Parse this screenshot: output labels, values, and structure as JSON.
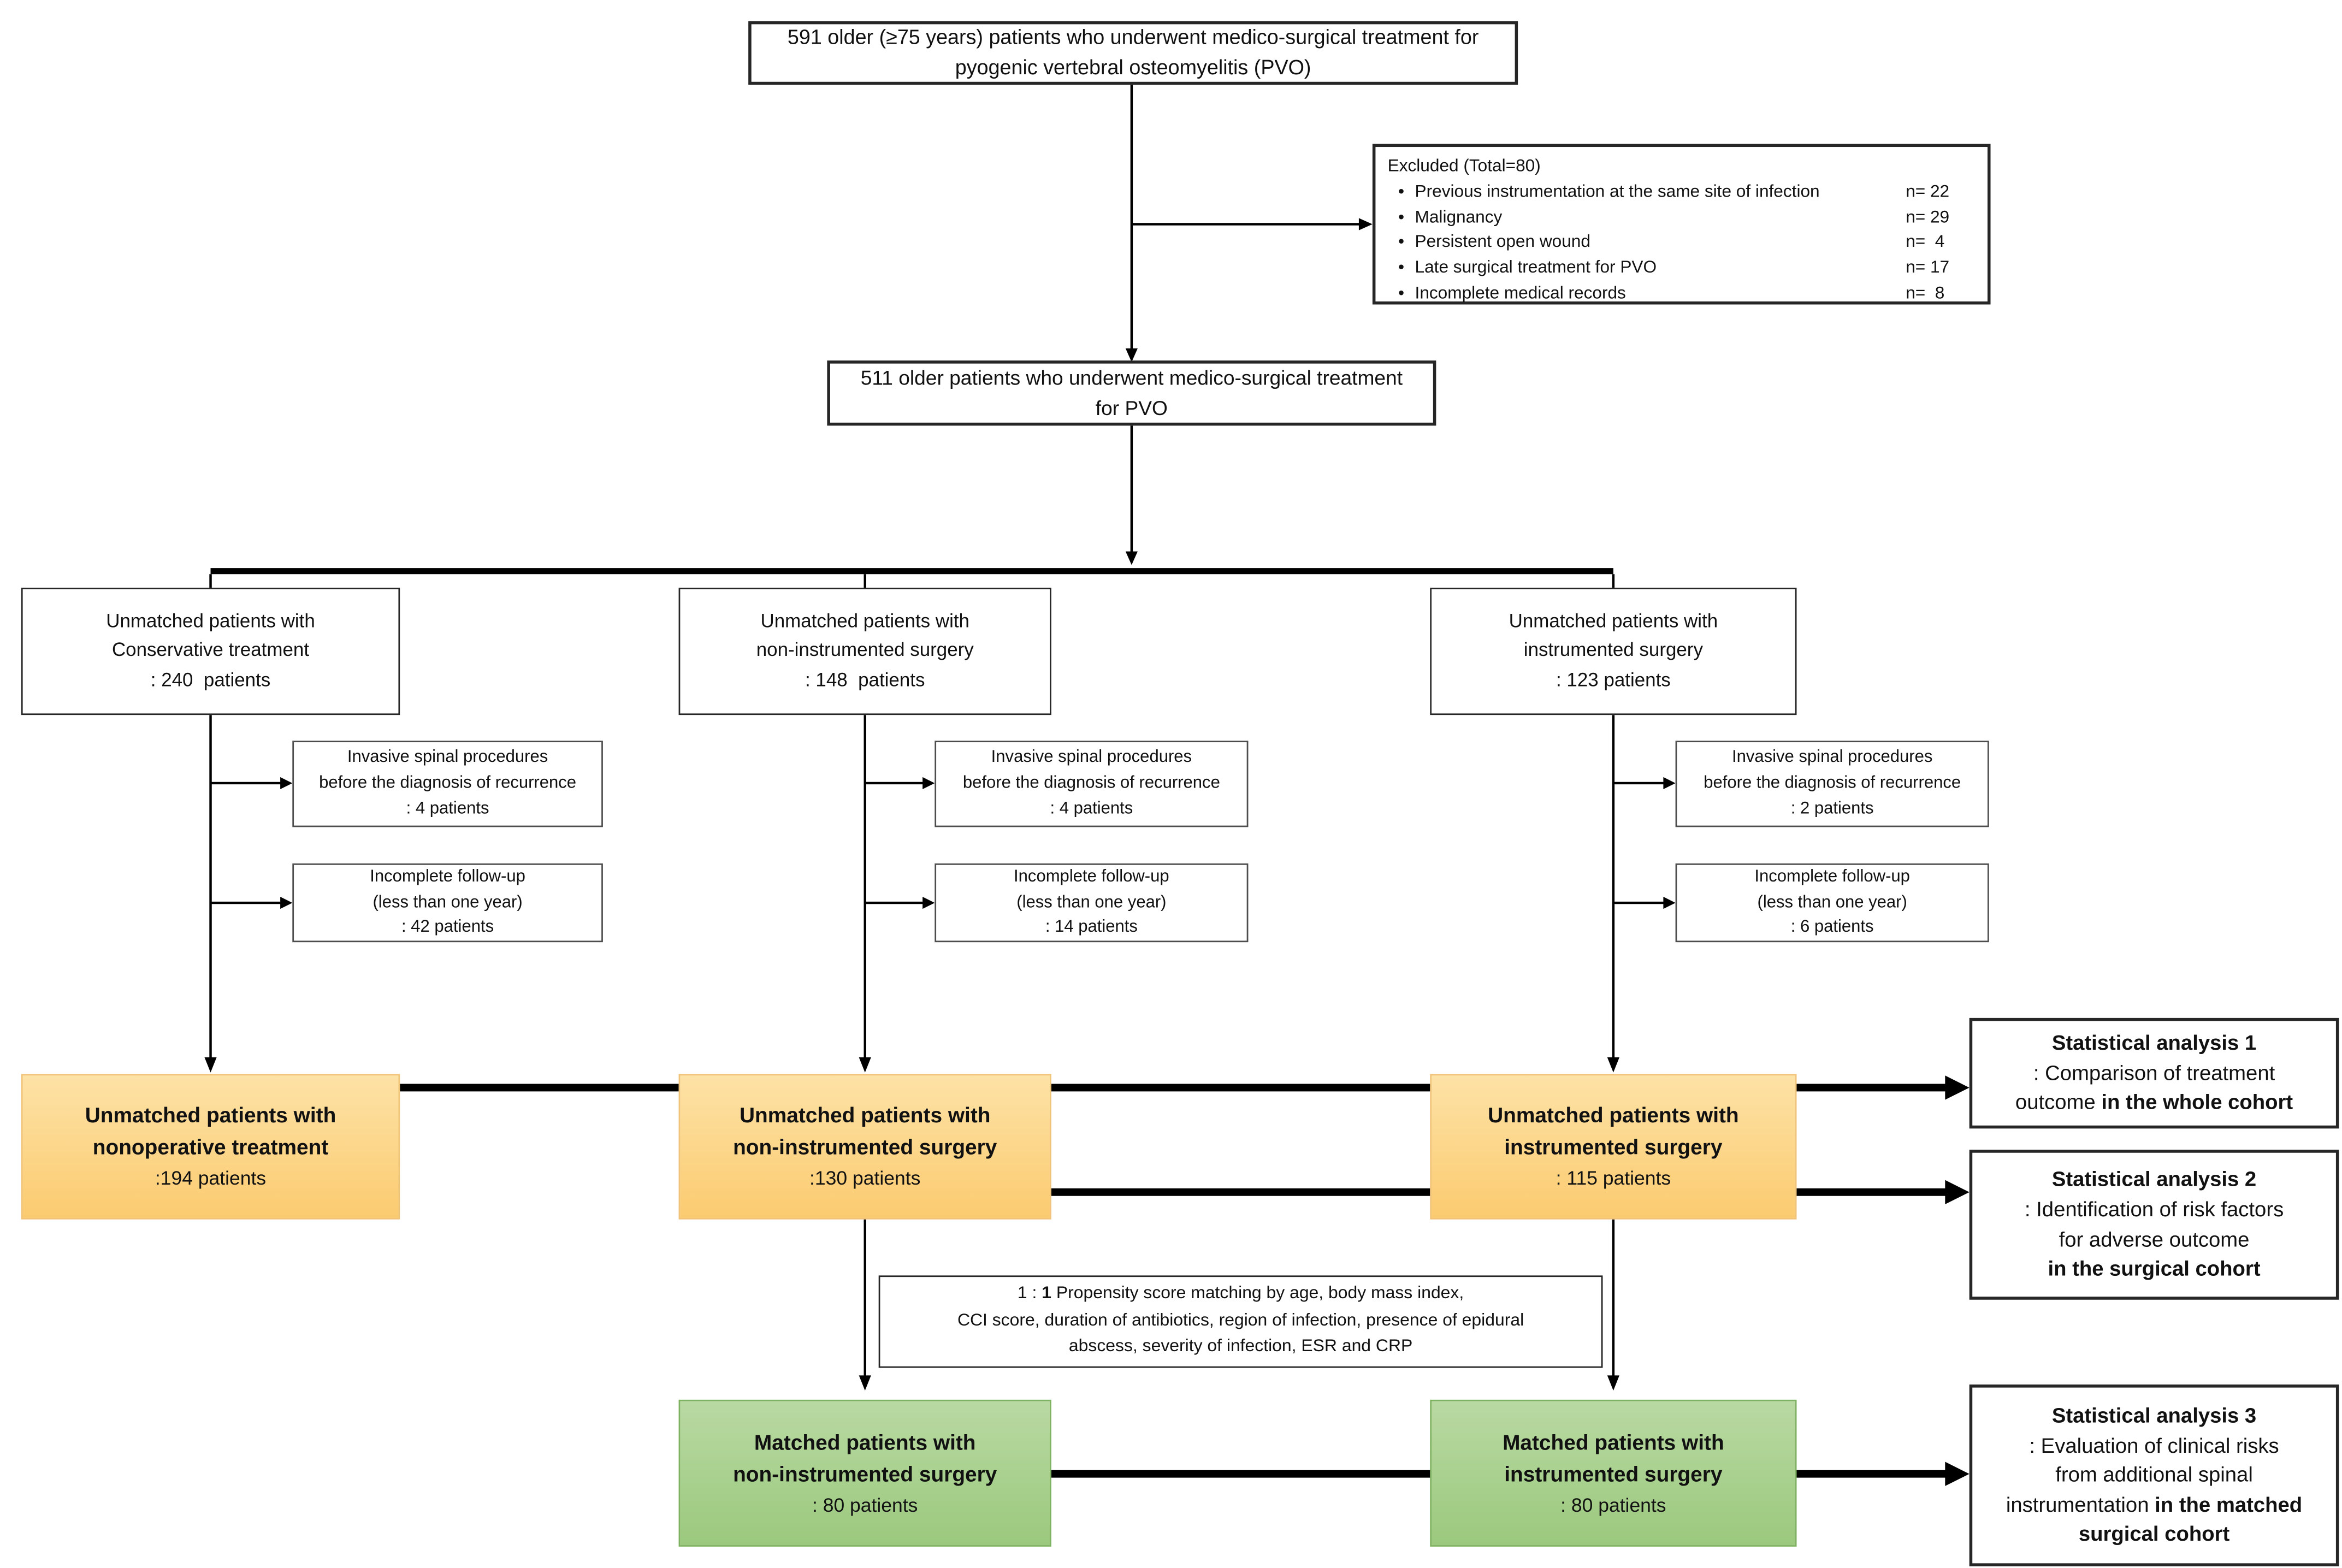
{
  "colors": {
    "unmatched_top": "#FDE2A6",
    "unmatched_bottom": "#FBCB70",
    "unmatched_border": "#F0C379",
    "matched_top": "#B9D9A3",
    "matched_bottom": "#9BC97D",
    "matched_border": "#7FB260"
  },
  "enrollment": {
    "line1": "591 older (≥75 years) patients who underwent medico-surgical treatment for",
    "line2": "pyogenic vertebral osteomyelitis (PVO)"
  },
  "excluded": {
    "header": "Excluded (Total=80)",
    "bullet": "•",
    "items": [
      {
        "label": "Previous instrumentation at the same site of infection",
        "n": "n= 22"
      },
      {
        "label": "Malignancy",
        "n": "n= 29"
      },
      {
        "label": "Persistent open wound",
        "n": "n=  4"
      },
      {
        "label": "Late surgical treatment for PVO",
        "n": "n= 17"
      },
      {
        "label": "Incomplete medical records",
        "n": "n=  8"
      }
    ]
  },
  "eligible": {
    "line1": "511 older patients who underwent medico-surgical treatment",
    "line2": "for PVO"
  },
  "unmatched": {
    "conservative": {
      "line1": "Unmatched patients with",
      "line2": "Conservative treatment",
      "line3": ": 240  patients"
    },
    "noninstrumented": {
      "line1": "Unmatched patients with",
      "line2": "non-instrumented surgery",
      "line3": ": 148  patients"
    },
    "instrumented": {
      "line1": "Unmatched patients with",
      "line2": "instrumented surgery",
      "line3": ": 123 patients"
    }
  },
  "dropout": {
    "conservative": {
      "invasive": {
        "line1": "Invasive spinal procedures",
        "line2": "before the diagnosis of recurrence",
        "line3": ": 4 patients"
      },
      "followup": {
        "line1": "Incomplete follow-up",
        "line2": "(less than one year)",
        "line3": ": 42 patients"
      }
    },
    "noninstrumented": {
      "invasive": {
        "line1": "Invasive spinal procedures",
        "line2": "before the diagnosis of recurrence",
        "line3": ": 4 patients"
      },
      "followup": {
        "line1": "Incomplete follow-up",
        "line2": "(less than one year)",
        "line3": ": 14 patients"
      }
    },
    "instrumented": {
      "invasive": {
        "line1": "Invasive spinal procedures",
        "line2": "before the diagnosis of recurrence",
        "line3": ": 2 patients"
      },
      "followup": {
        "line1": "Incomplete follow-up",
        "line2": "(less than one year)",
        "line3": ": 6 patients"
      }
    }
  },
  "outcome": {
    "nonoperative": {
      "line1": "Unmatched patients with",
      "line2": "nonoperative treatment",
      "line3": ":194 patients"
    },
    "noninstrumented": {
      "line1": "Unmatched patients with",
      "line2": "non-instrumented surgery",
      "line3": ":130 patients"
    },
    "instrumented": {
      "line1": "Unmatched patients with",
      "line2": "instrumented surgery",
      "line3": ": 115 patients"
    }
  },
  "propensity": {
    "line1_a": "1 : ",
    "line1_b": "1",
    "line1_c": " Propensity score matching by age, body mass index,",
    "line2": "CCI score, duration of antibiotics, region of infection, presence of epidural",
    "line3": "abscess, severity of infection, ESR and CRP"
  },
  "matched": {
    "noninstrumented": {
      "line1": "Matched patients with",
      "line2": "non-instrumented surgery",
      "line3": ": 80 patients"
    },
    "instrumented": {
      "line1": "Matched patients with",
      "line2": "instrumented surgery",
      "line3": ": 80 patients"
    }
  },
  "analyses": {
    "a1": {
      "title": "Statistical analysis 1",
      "line2": ": Comparison of treatment",
      "line3_a": "outcome ",
      "line3_b": "in the whole cohort"
    },
    "a2": {
      "title": "Statistical analysis 2",
      "line2": ": Identification of risk factors",
      "line3": "for adverse outcome",
      "line4": "in the surgical cohort"
    },
    "a3": {
      "title": "Statistical analysis 3",
      "line2": ": Evaluation of clinical risks",
      "line3": "from additional spinal",
      "line4_a": "instrumentation ",
      "line4_b": "in the matched",
      "line5": "surgical cohort"
    }
  }
}
